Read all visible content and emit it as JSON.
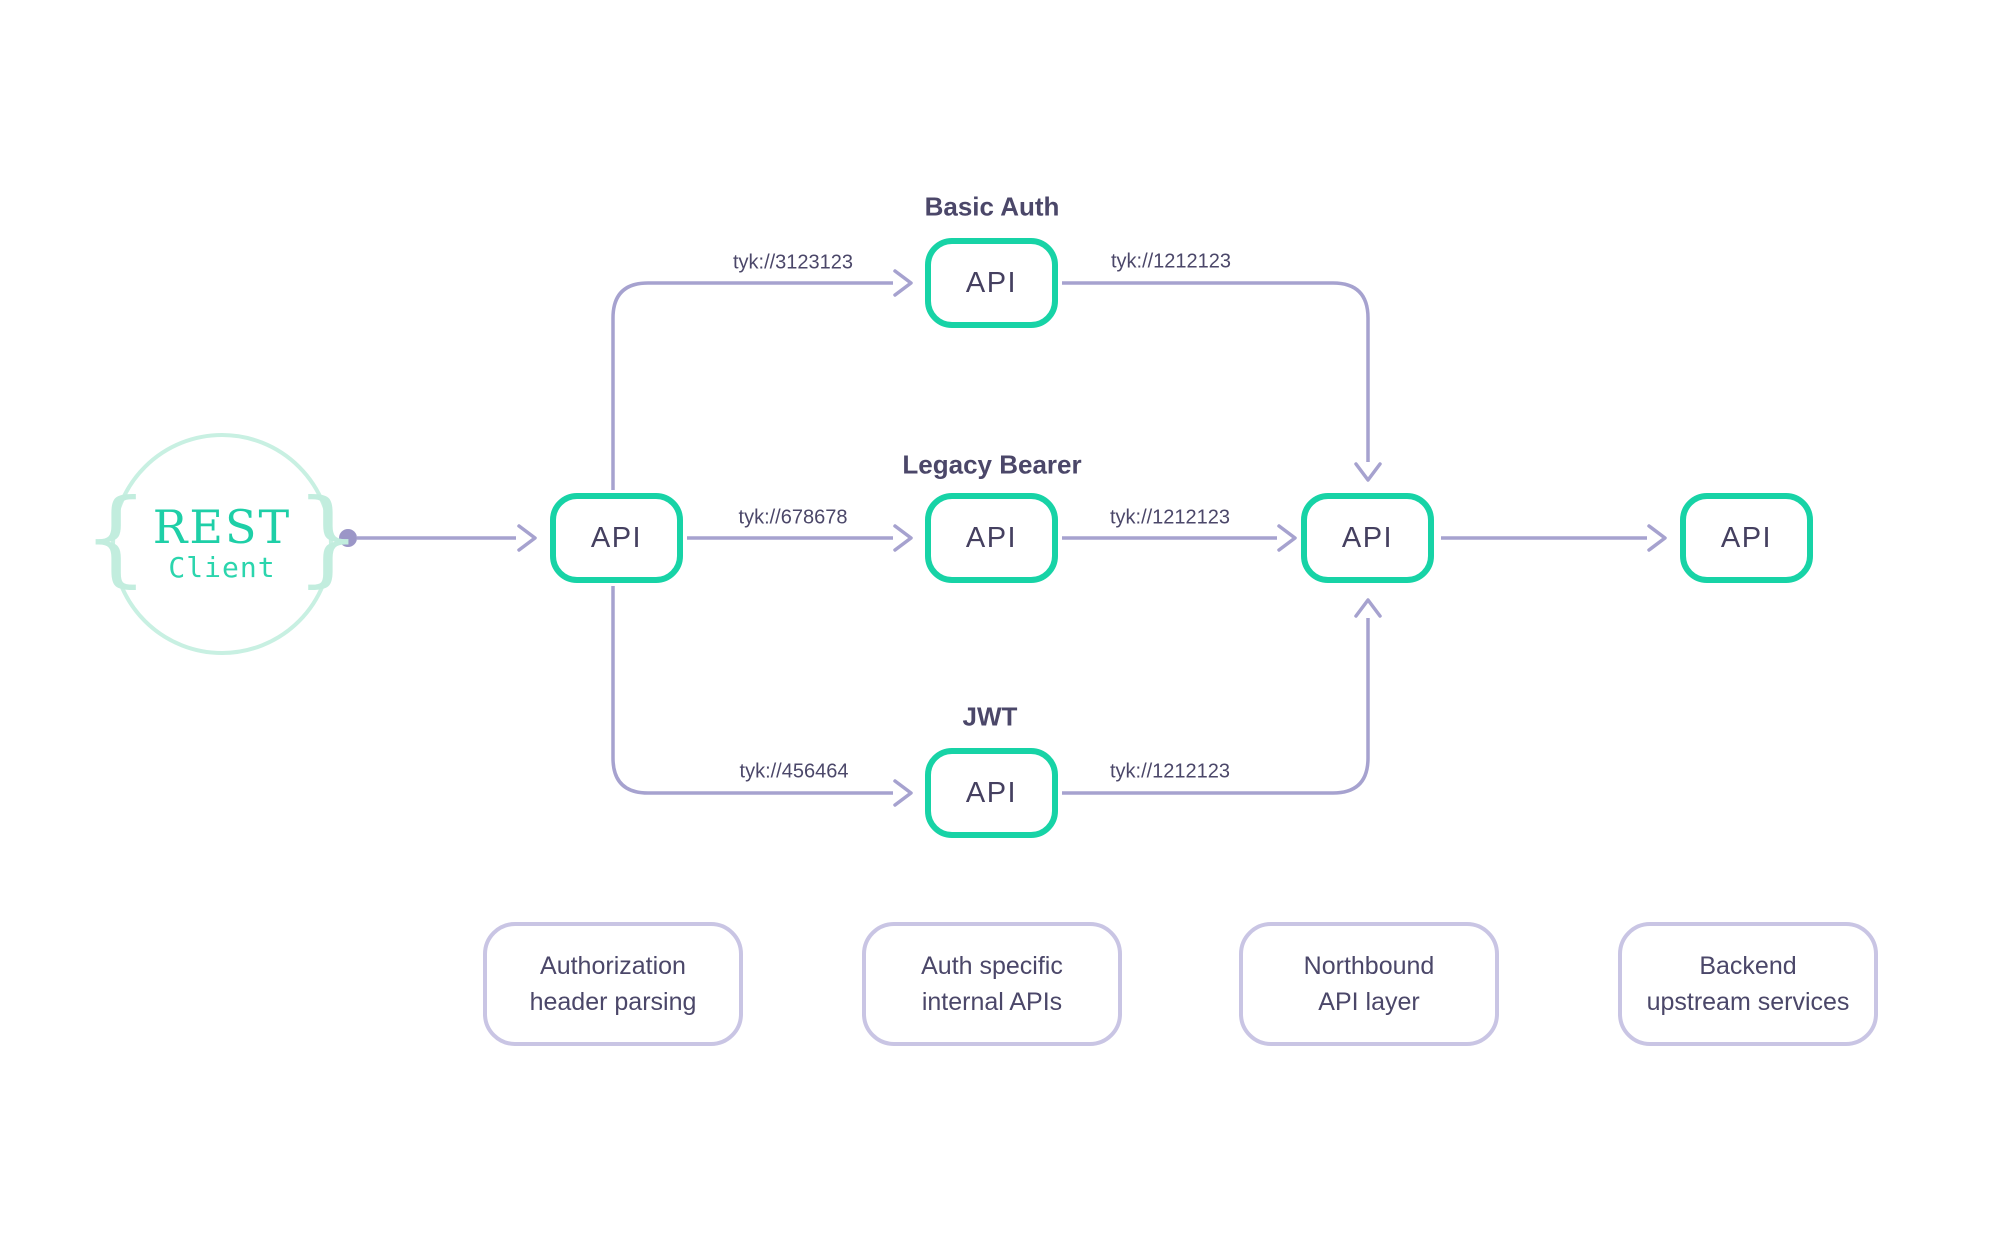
{
  "diagram": {
    "client": {
      "brace_left": "{",
      "brace_right": "}",
      "line1": "REST",
      "line2": "Client"
    },
    "nodes": {
      "gateway": {
        "label": "API"
      },
      "basic_auth": {
        "title": "Basic Auth",
        "label": "API"
      },
      "legacy_bearer": {
        "title": "Legacy Bearer",
        "label": "API"
      },
      "jwt": {
        "title": "JWT",
        "label": "API"
      },
      "northbound": {
        "label": "API"
      },
      "backend": {
        "label": "API"
      }
    },
    "edges": {
      "to_basic": "tyk://3123123",
      "to_legacy": "tyk://678678",
      "to_jwt": "tyk://456464",
      "basic_out": "tyk://1212123",
      "legacy_out": "tyk://1212123",
      "jwt_out": "tyk://1212123"
    },
    "legend": [
      {
        "line1": "Authorization",
        "line2": "header parsing"
      },
      {
        "line1": "Auth specific",
        "line2": "internal APIs"
      },
      {
        "line1": "Northbound",
        "line2": "API layer"
      },
      {
        "line1": "Backend",
        "line2": "upstream services"
      }
    ],
    "colors": {
      "accent_teal": "#17d3a6",
      "mint_circle": "#c8f0e2",
      "connector_lavender": "#a6a2cf",
      "legend_border": "#c9c5e4",
      "text_ink": "#4b4769"
    }
  }
}
